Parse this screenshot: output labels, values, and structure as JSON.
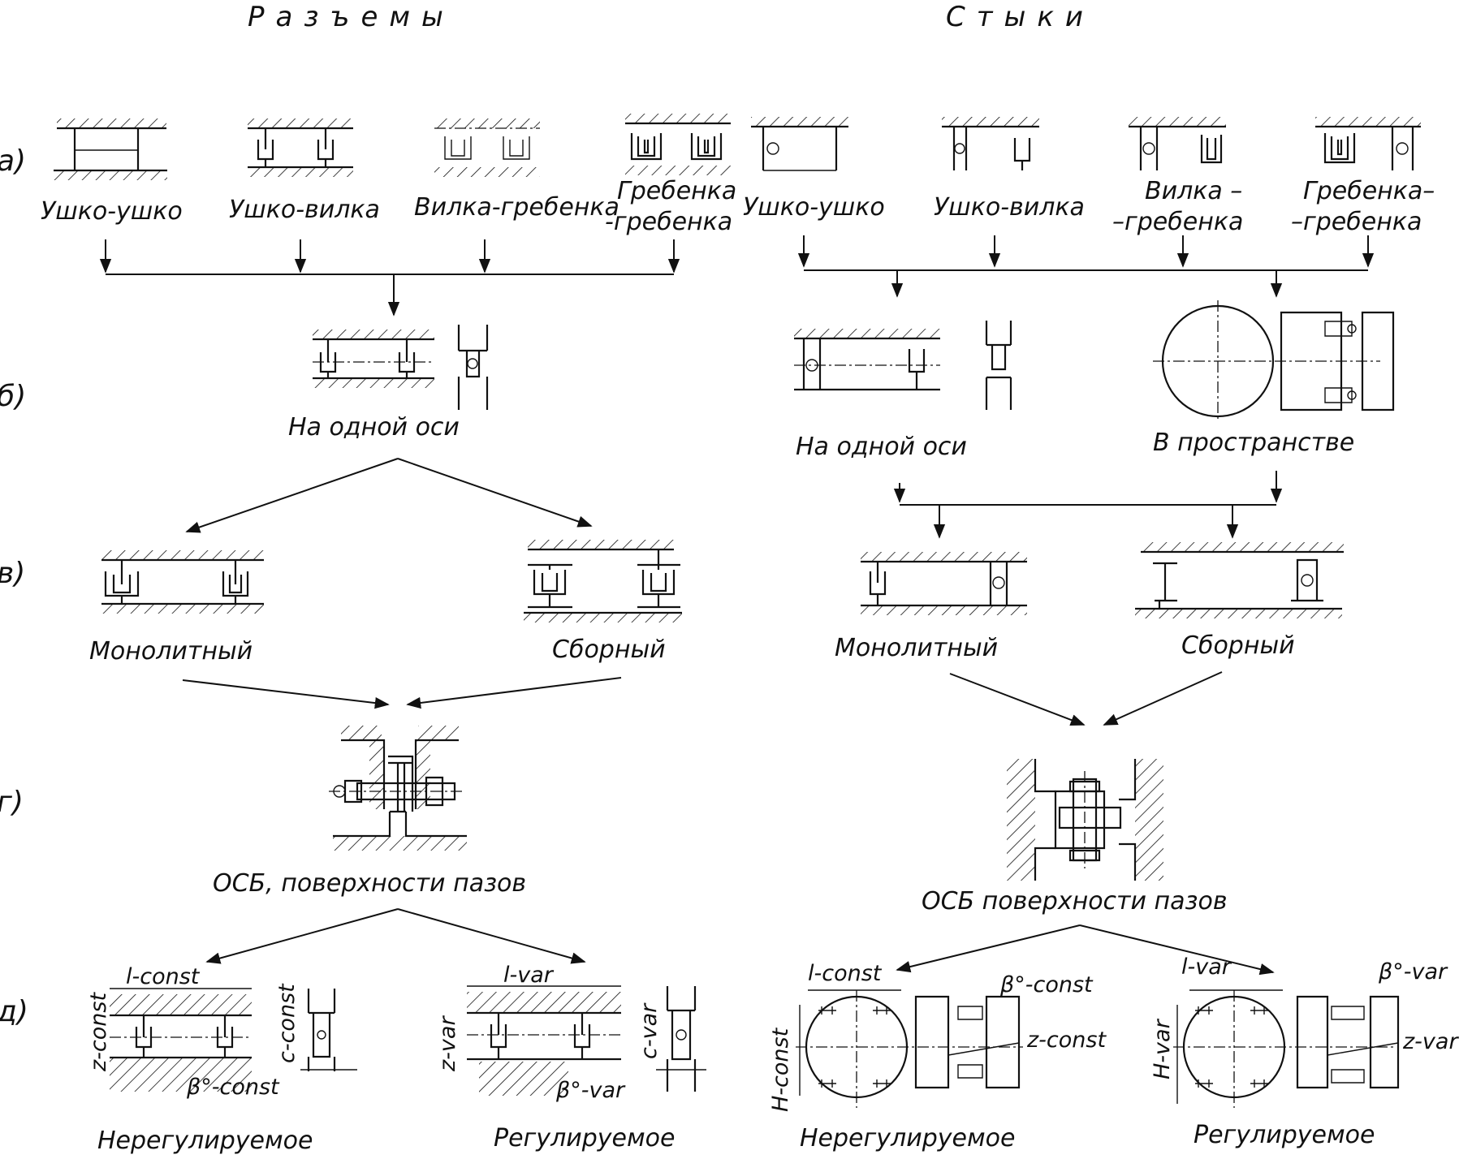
{
  "headers": {
    "left": "Разъемы",
    "right": "Стыки"
  },
  "rows": [
    "а)",
    "б)",
    "в)",
    "г)",
    "д)"
  ],
  "row_a": {
    "left": [
      "Ушко-ушко",
      "Ушко-вилка",
      "Вилка-гребенка",
      "Гребенка",
      "-гребенка"
    ],
    "right": [
      "Ушко-ушко",
      "Ушко-вилка",
      "Вилка –",
      "–гребенка",
      "Гребенка–",
      "–гребенка"
    ]
  },
  "row_b": {
    "left": "На одной оси",
    "right_axis": "На одной оси",
    "right_space": "В пространстве"
  },
  "row_v": {
    "left_mono": "Монолитный",
    "left_assembled": "Сборный",
    "right_mono": "Монолитный",
    "right_assembled": "Сборный"
  },
  "row_g": {
    "left": "ОСБ, поверхности пазов",
    "right": "ОСБ поверхности пазов"
  },
  "row_d": {
    "left_fixed": "Нерегулируемое",
    "left_adjustable": "Регулируемое",
    "right_fixed": "Нерегулируемое",
    "right_adjustable": "Регулируемое",
    "dims": {
      "l_const": "l-const",
      "z_const": "z-const",
      "c_const": "c-const",
      "beta_const": "β°-const",
      "l_var": "l-var",
      "z_var": "z-var",
      "c_var": "c-var",
      "beta_var": "β°-var",
      "H_const": "H-const",
      "H_var": "H-var"
    }
  }
}
